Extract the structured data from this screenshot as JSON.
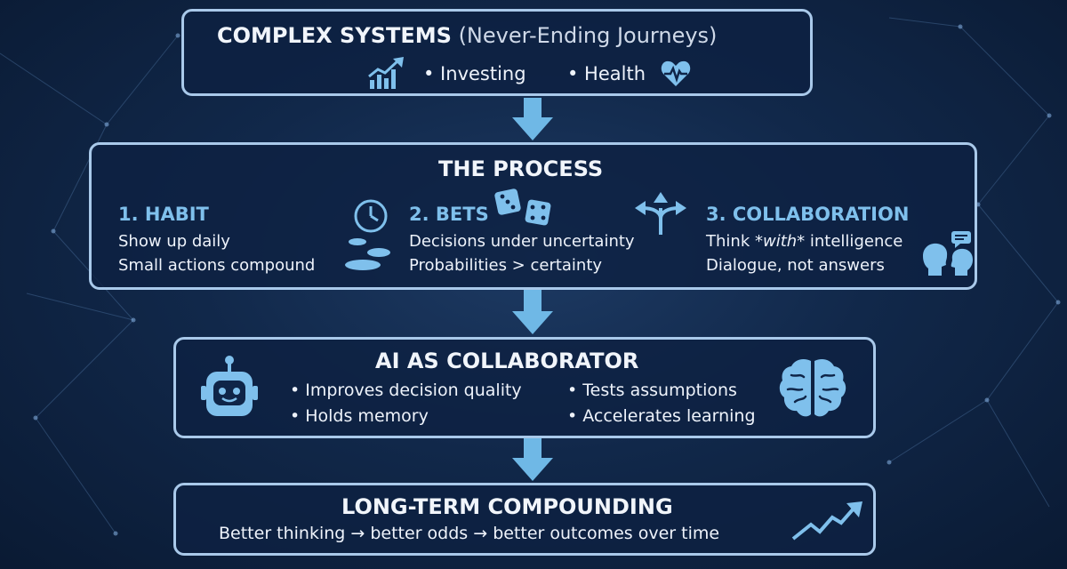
{
  "complex": {
    "title": "COMPLEX SYSTEMS",
    "subtitle": "(Never-Ending Journeys)",
    "items": [
      "• Investing",
      "• Health"
    ]
  },
  "process": {
    "title": "THE PROCESS",
    "steps": [
      {
        "title": "1. HABIT",
        "lines": [
          "Show up daily",
          "Small actions compound"
        ]
      },
      {
        "title": "2. BETS",
        "lines": [
          "Decisions under uncertainty",
          "Probabilities > certainty"
        ]
      },
      {
        "title": "3. COLLABORATION",
        "line1_pre": "Think *",
        "line1_em": "with",
        "line1_post": "* intelligence",
        "line2": "Dialogue, not answers"
      }
    ]
  },
  "ai": {
    "title": "AI AS COLLABORATOR",
    "bullets": [
      "• Improves decision quality",
      "• Holds memory",
      "• Tests assumptions",
      "• Accelerates learning"
    ]
  },
  "compounding": {
    "title": "LONG-TERM COMPOUNDING",
    "line": "Better thinking → better odds → better outcomes over time"
  },
  "colors": {
    "accent": "#7fc0ec",
    "border": "#a9c9ea",
    "arrow": "#6fb8e6"
  }
}
